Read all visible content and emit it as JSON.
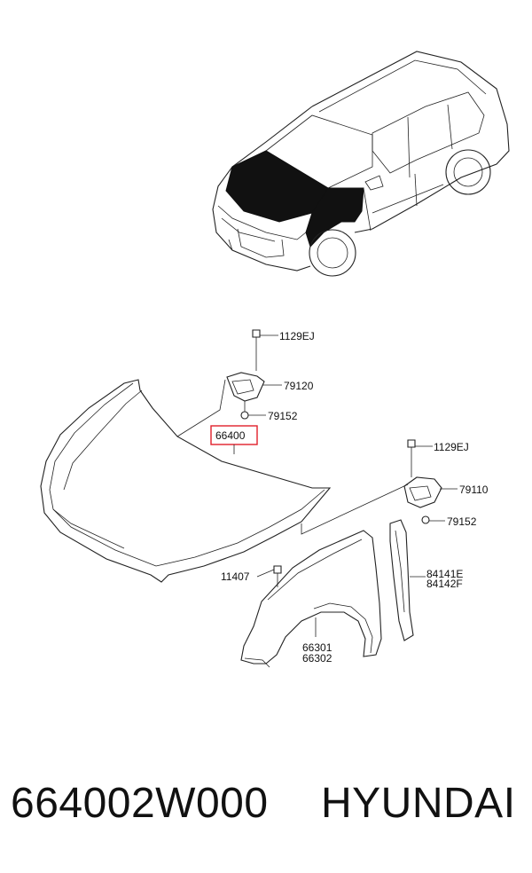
{
  "labels": {
    "bolt_upper": "1129EJ",
    "hinge_left": "79120",
    "nut_left": "79152",
    "hood": "66400",
    "bolt_right": "1129EJ",
    "hinge_right": "79110",
    "nut_right": "79152",
    "bolt_fender": "11407",
    "trim_a": "84141E",
    "trim_b": "84142F",
    "fender_a": "66301",
    "fender_b": "66302"
  },
  "caption": {
    "part_number": "664002W000",
    "brand": "HYUNDAI"
  },
  "colors": {
    "highlight": "#e0202a",
    "ink": "#222222"
  }
}
